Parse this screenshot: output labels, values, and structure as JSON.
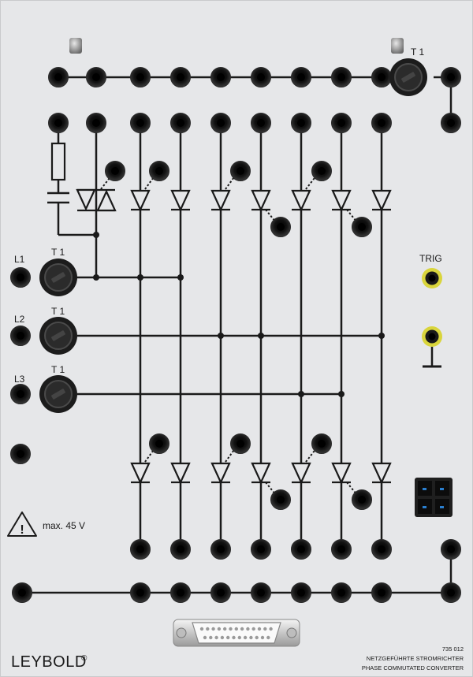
{
  "brand": {
    "name": "LEYBOLD",
    "registered": "®"
  },
  "module": {
    "number": "735 012",
    "title_de": "NETZGEFÜHRTE STROMRICHTER",
    "title_en": "PHASE COMMUTATED CONVERTER"
  },
  "labels": {
    "t1_top": "T 1",
    "l1": "L1",
    "l2": "L2",
    "l3": "L3",
    "t1_l1": "T 1",
    "t1_l2": "T 1",
    "t1_l3": "T 1",
    "trig": "TRIG",
    "warning": "max. 45 V",
    "warning_symbol": "!"
  },
  "colors": {
    "panel": "#e6e7e9",
    "socket_yellow": "#d9d53c",
    "line": "#1a1a1a",
    "connector_blue": "#2a7fd0"
  },
  "icons": {
    "warning": "warning-triangle-icon",
    "ground": "ground-symbol-icon",
    "fuse": "fuse-holder-icon",
    "thyristor": "thyristor-symbol-icon",
    "diode": "diode-symbol-icon",
    "resistor": "resistor-symbol-icon",
    "capacitor": "capacitor-symbol-icon",
    "dsub": "dsub-connector-icon"
  }
}
